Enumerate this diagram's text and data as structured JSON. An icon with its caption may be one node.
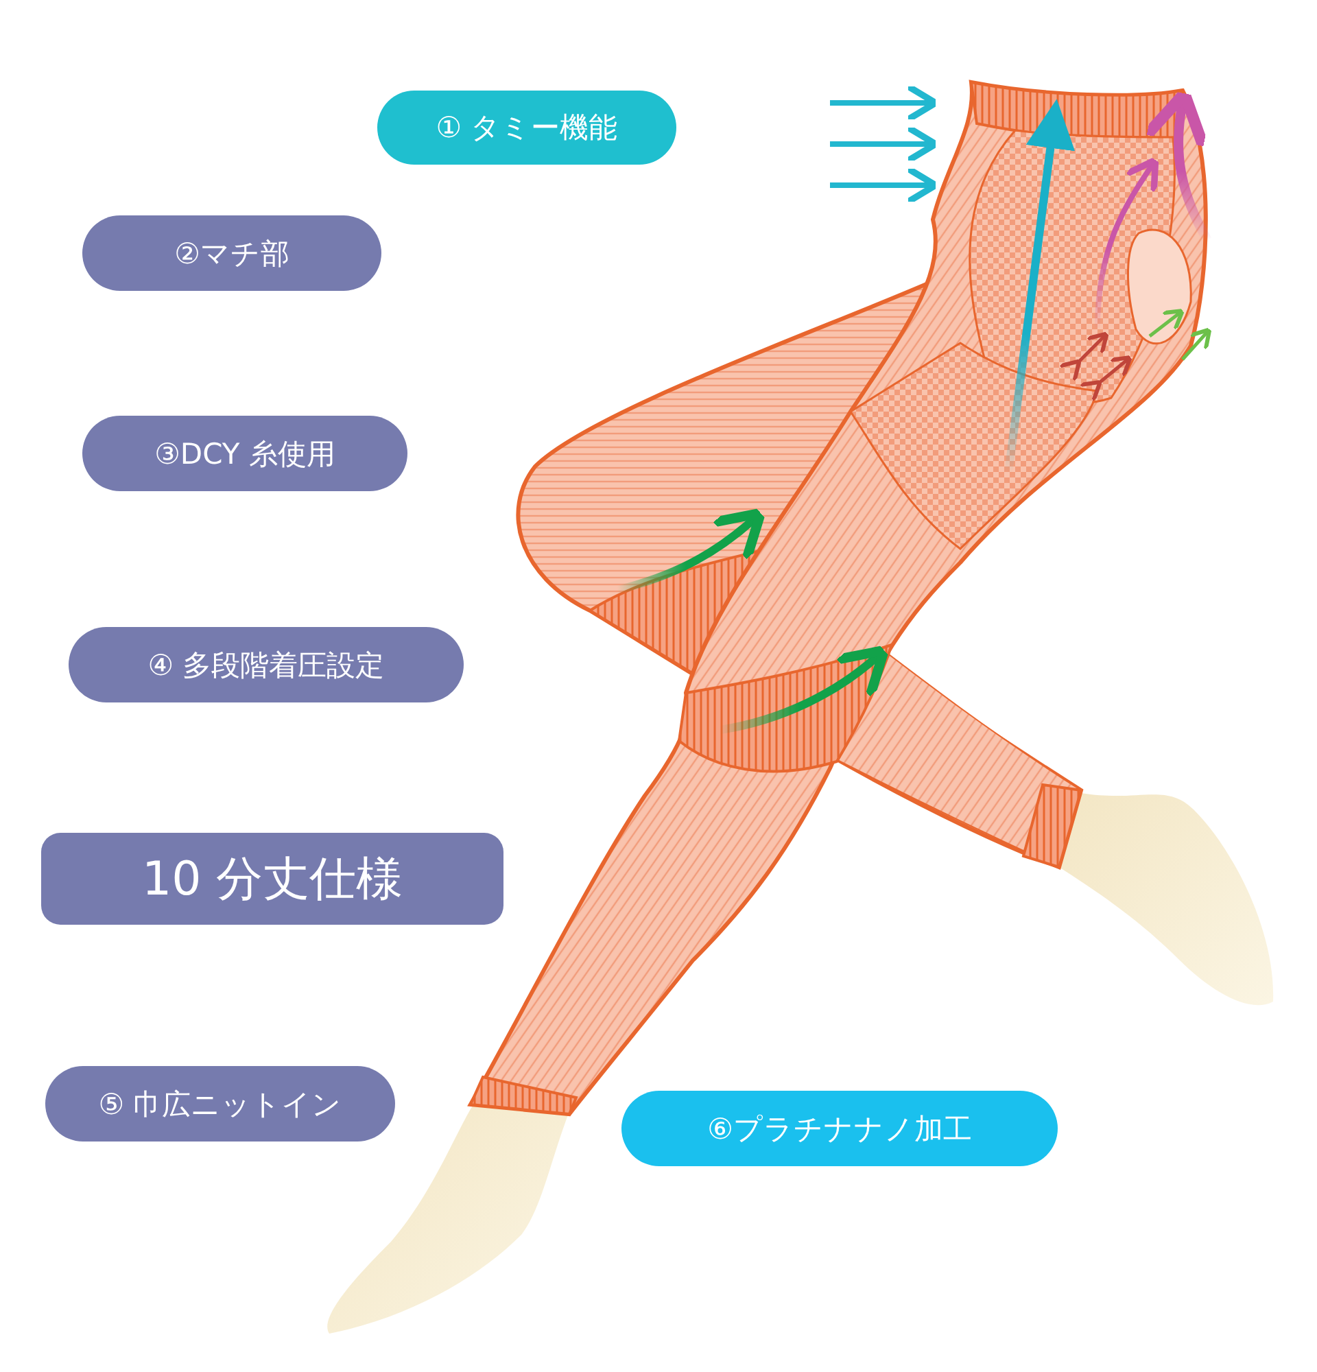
{
  "diagram": {
    "nodes": [
      {
        "text": [
          "① タミー機能"
        ]
      },
      {
        "text": [
          "②マチ部"
        ]
      },
      {
        "text": [
          "③DCY 糸使用"
        ]
      },
      {
        "text": [
          "④ 多段階着圧設定"
        ]
      },
      {
        "text": [
          "10 分丈仕様"
        ]
      },
      {
        "text": [
          "⑤ 巾広ニットイン"
        ]
      },
      {
        "text": [
          "⑥プラチナナノ加工"
        ]
      }
    ]
  }
}
